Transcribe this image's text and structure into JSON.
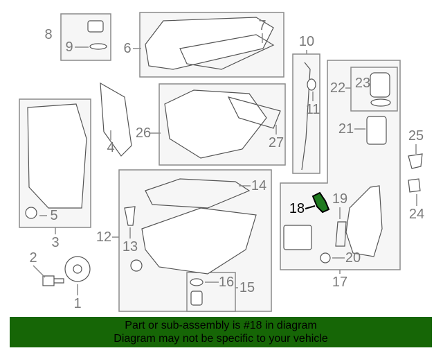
{
  "diagram": {
    "callouts": [
      "1",
      "2",
      "3",
      "4",
      "5",
      "6",
      "7",
      "8",
      "9",
      "10",
      "11",
      "12",
      "13",
      "14",
      "15",
      "16",
      "17",
      "18",
      "19",
      "20",
      "21",
      "22",
      "23",
      "24",
      "25",
      "26",
      "27"
    ],
    "highlighted_part": "18",
    "highlight_color": "#1f7a1f",
    "line_color": "#8a8a8a"
  },
  "banner": {
    "line1": "Part or sub-assembly is #18 in diagram",
    "line2": "Diagram may not be specific to your vehicle",
    "color": "#166606"
  }
}
